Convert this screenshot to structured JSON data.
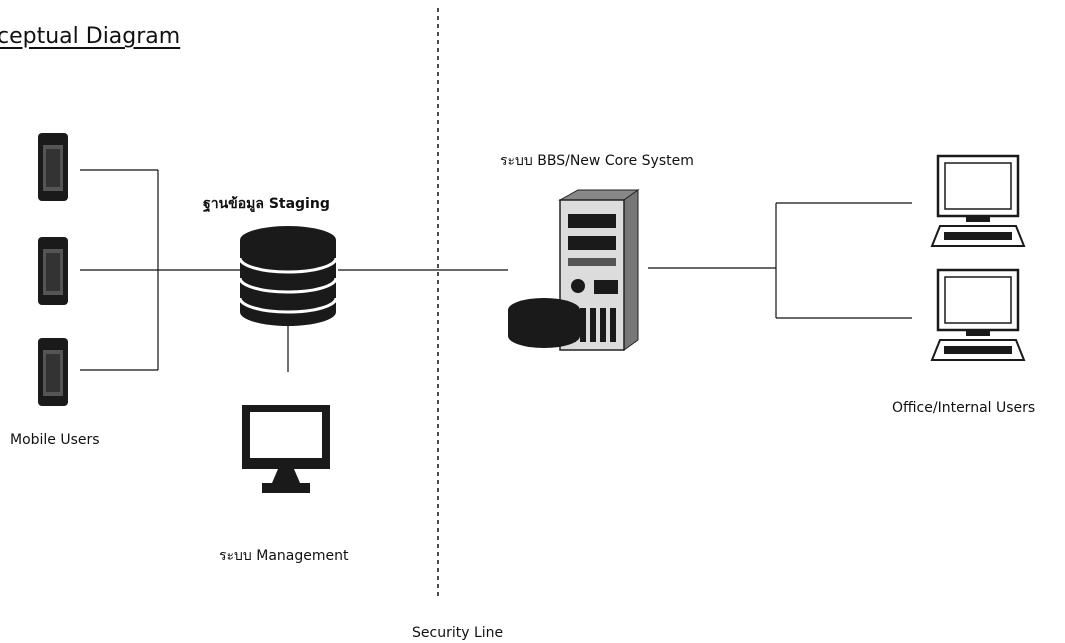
{
  "diagram": {
    "title": "ceptual Diagram",
    "nodes": {
      "mobile_users": {
        "label": "Mobile Users",
        "count": 3,
        "icon": "smartphone-icon"
      },
      "staging_db": {
        "label": "ฐานข้อมูล Staging",
        "icon": "database-icon"
      },
      "management": {
        "label": "ระบบ Management",
        "icon": "monitor-icon"
      },
      "core_system": {
        "label": "ระบบ BBS/New Core System",
        "icon": "server-icon"
      },
      "office_users": {
        "label": "Office/Internal Users",
        "count": 2,
        "icon": "desktop-computer-icon"
      }
    },
    "security_line": {
      "label": "Security Line",
      "style": "dashed"
    },
    "colors": {
      "line": "#111111",
      "device_fill": "#1a1a1a",
      "background": "#ffffff"
    }
  }
}
